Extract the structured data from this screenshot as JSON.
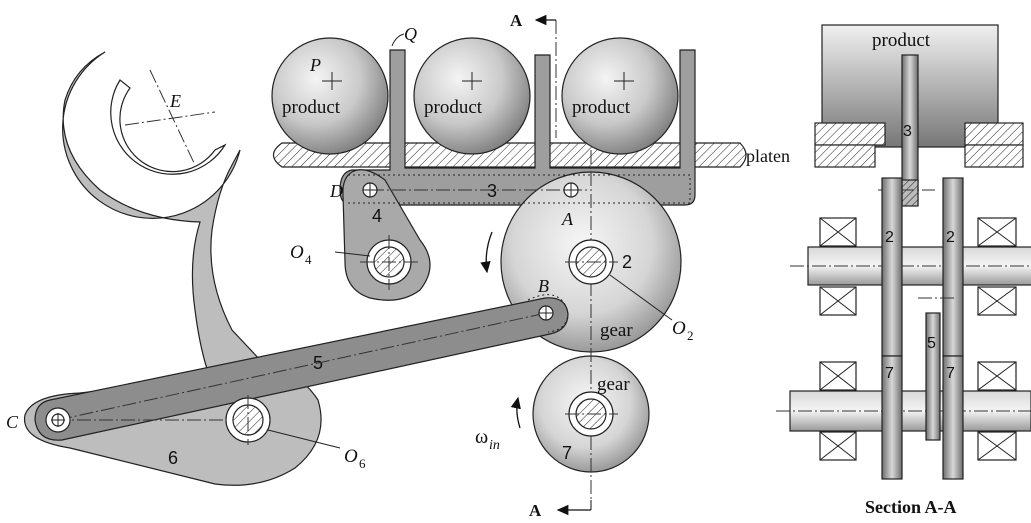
{
  "colors": {
    "link_fill": "#a9a9a9",
    "link_dark": "#808080",
    "gear_light": "#eeeeee",
    "gear_dark": "#8a8a8a",
    "stroke": "#222222"
  },
  "labels": {
    "product_1": "product",
    "product_2": "product",
    "product_3": "product",
    "product_section": "product",
    "point_P": "P",
    "point_Q": "Q",
    "point_E": "E",
    "point_D": "D",
    "point_A": "A",
    "point_B": "B",
    "point_C": "C",
    "pivot_O4": "O",
    "pivot_O4_sub": "4",
    "pivot_O2": "O",
    "pivot_O2_sub": "2",
    "pivot_O6": "O",
    "pivot_O6_sub": "6",
    "link_3": "3",
    "link_4": "4",
    "link_5": "5",
    "link_6": "6",
    "link_2": "2",
    "link_7": "7",
    "gear_upper": "gear",
    "gear_lower": "gear",
    "platen": "platen",
    "omega": "ω",
    "omega_sub": "in",
    "section_A_top": "A",
    "section_A_bottom": "A",
    "section_title": "Section A-A",
    "sec_3": "3",
    "sec_2_left": "2",
    "sec_2_right": "2",
    "sec_5": "5",
    "sec_7_left": "7",
    "sec_7_right": "7"
  }
}
